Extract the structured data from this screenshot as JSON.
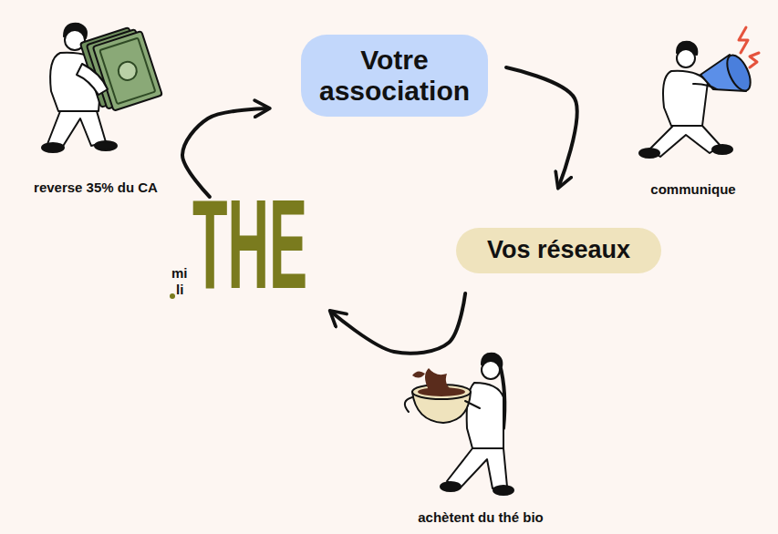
{
  "diagram": {
    "nodes": [
      {
        "text": [
          "Votre association"
        ]
      },
      {
        "text": [
          "Vos réseaux"
        ]
      },
      {
        "text": [
          "mi",
          "li",
          "THE"
        ]
      }
    ],
    "edges": [
      {
        "from": 0,
        "to": 1,
        "arrow": "to",
        "label": "communique"
      },
      {
        "from": 1,
        "to": 2,
        "arrow": "to",
        "label": "achètent du thé bio"
      },
      {
        "from": 2,
        "to": 0,
        "arrow": "to",
        "label": "reverse 35% du CA"
      }
    ]
  }
}
